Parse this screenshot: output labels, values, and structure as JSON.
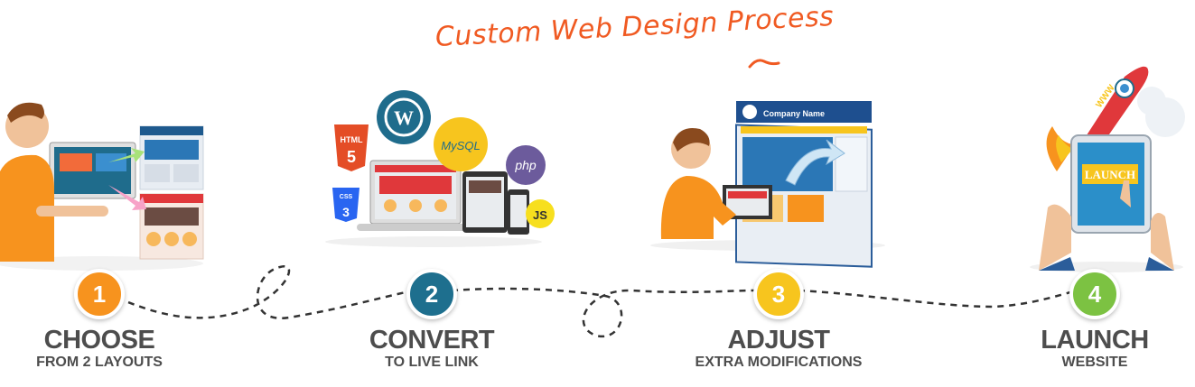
{
  "title": "Custom Web Design Process",
  "colors": {
    "title": "#f05a22",
    "step1": "#f7931e",
    "step2": "#1e6f8e",
    "step3": "#f7c51e",
    "step4": "#7cc242",
    "text": "#4d4d4d"
  },
  "illustrations": {
    "tech_labels": [
      "HTML",
      "5",
      "CSS",
      "3",
      "MySQL",
      "php",
      "JS"
    ],
    "company_name": "Company Name",
    "launch_button": "LAUNCH",
    "rocket_label": "WWW"
  },
  "steps": [
    {
      "number": "1",
      "title": "CHOOSE",
      "subtitle": "FROM 2 LAYOUTS"
    },
    {
      "number": "2",
      "title": "CONVERT",
      "subtitle": "TO LIVE LINK"
    },
    {
      "number": "3",
      "title": "ADJUST",
      "subtitle": "EXTRA MODIFICATIONS"
    },
    {
      "number": "4",
      "title": "LAUNCH",
      "subtitle": "WEBSITE"
    }
  ]
}
